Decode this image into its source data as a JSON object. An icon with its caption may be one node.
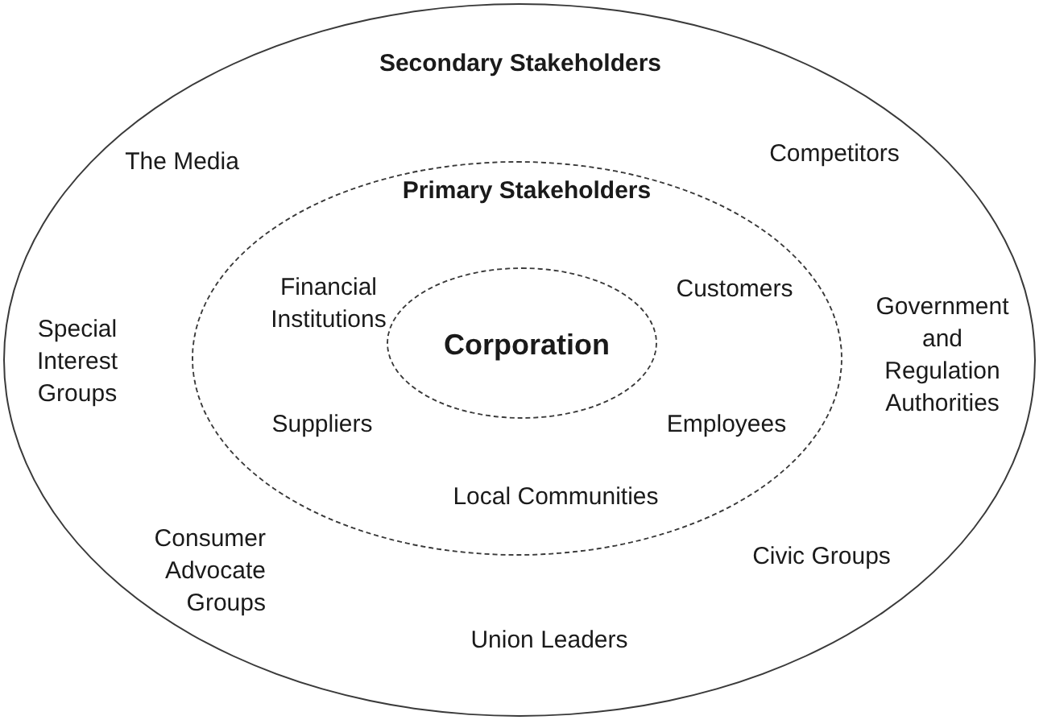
{
  "diagram": {
    "nodes": [
      {
        "text": [
          "Secondary Stakeholders",
          "The Media",
          "Competitors",
          "Special Interest Groups",
          "Government and Regulation Authorities",
          "Consumer Advocate Groups",
          "Civic Groups",
          "Union Leaders"
        ]
      },
      {
        "text": [
          "Primary Stakeholders",
          "Financial Institutions",
          "Customers",
          "Suppliers",
          "Employees",
          "Local Communities"
        ],
        "in": 0
      },
      {
        "text": [
          "Corporation"
        ],
        "in": 1
      }
    ]
  }
}
